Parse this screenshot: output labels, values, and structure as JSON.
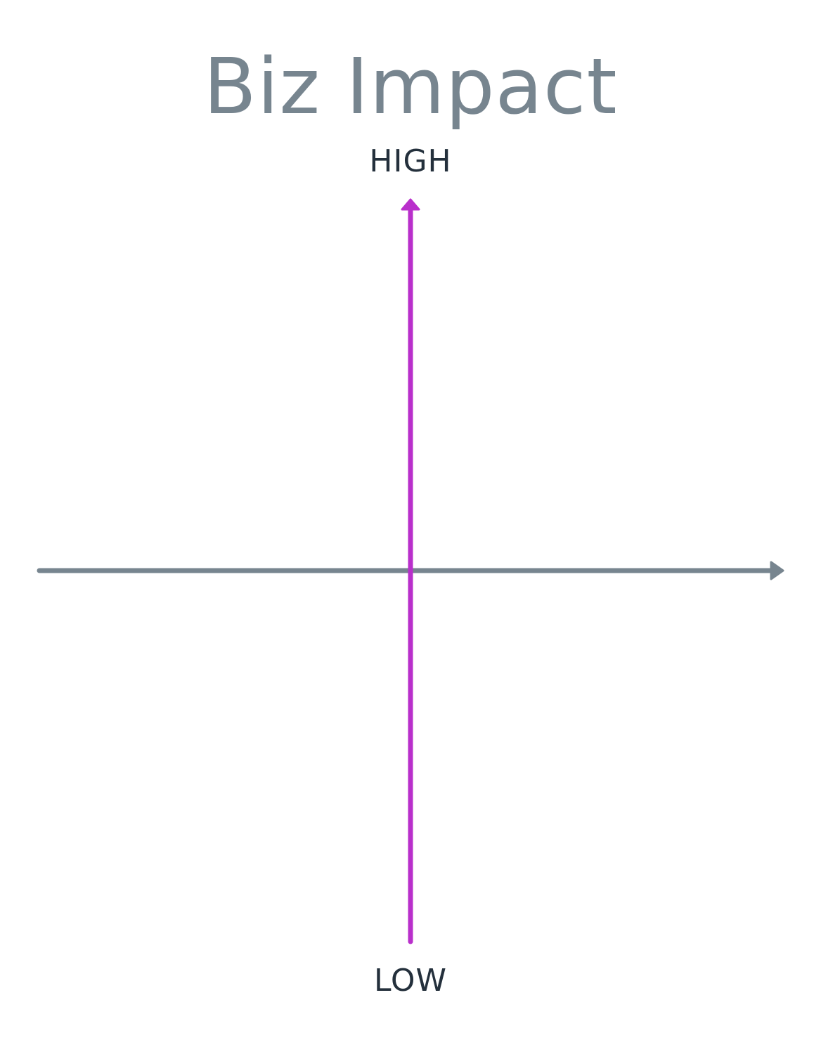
{
  "title": "Biz Impact",
  "axis": {
    "top_label": "HIGH",
    "bottom_label": "LOW"
  },
  "colors": {
    "title": "#77858f",
    "labels": "#24303c",
    "vertical_axis": "#b92fcb",
    "horizontal_axis": "#77858f",
    "background": "#ffffff"
  }
}
